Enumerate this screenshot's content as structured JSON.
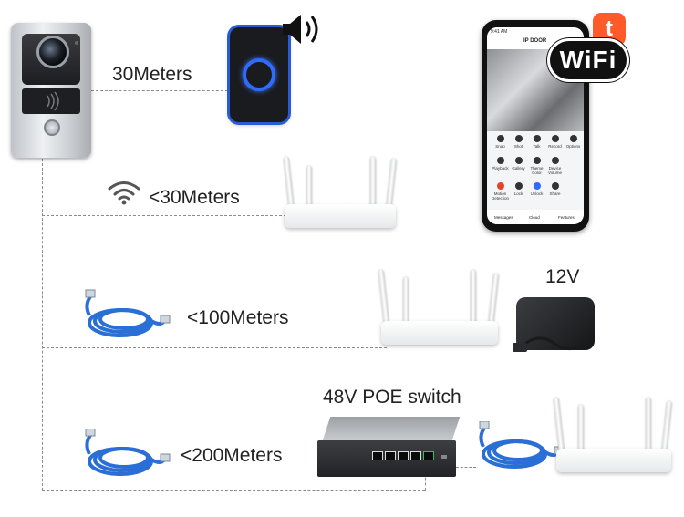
{
  "labels": {
    "chime_distance": "30Meters",
    "wifi_distance": "<30Meters",
    "cable_distance_router": "<100Meters",
    "power_voltage": "12V",
    "switch_name": "48V POE switch",
    "cable_distance_switch": "<200Meters"
  },
  "phone_app": {
    "status_time": "9:41 AM",
    "title": "IP DOOR",
    "grid_items": [
      "Snap",
      "Shot",
      "Talk",
      "Record",
      "Options",
      "Playback",
      "Gallery",
      "Theme Color",
      "Device Volume",
      "",
      "Motion Detection",
      "Lock",
      "Unlock",
      "Share",
      ""
    ],
    "nav_items": [
      "Messages",
      "Cloud",
      "Features"
    ]
  },
  "badges": {
    "tuya_letter": "t",
    "wifi_text": "WiFi"
  },
  "colors": {
    "chime_accent": "#2f6bff",
    "cable_blue": "#2a6fd6",
    "tuya_orange": "#ff5a28",
    "dash_line": "#8a8a8a"
  }
}
